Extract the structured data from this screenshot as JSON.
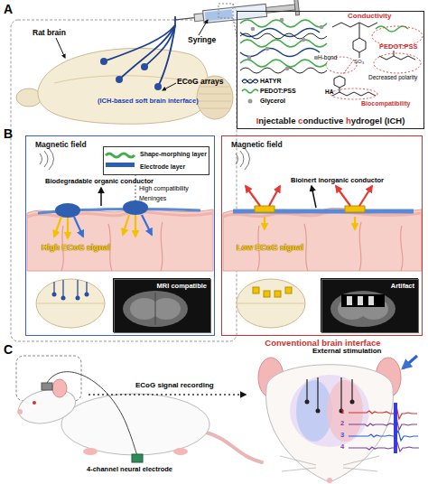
{
  "diagram": {
    "nodes": [
      {
        "text": [
          "Injectable conductive hydrogel (ICH)"
        ]
      },
      {
        "text": [
          "Magnetic field"
        ]
      },
      {
        "text": [
          "Shape-morphing layer",
          "Electrode layer"
        ],
        "in": 1
      },
      {
        "text": [
          "MRI compatible"
        ],
        "in": 1
      },
      {
        "text": [
          "Magnetic field",
          "Conventional brain interface"
        ]
      },
      {
        "text": [
          "Artifact"
        ],
        "in": 4
      }
    ],
    "labels": [
      "A",
      "Rat brain",
      "Syringe",
      "ECoG arrays",
      "(ICH-based soft brain interface)",
      "Conductivity",
      "PEDOT:PSS",
      "H-bond",
      "Decreased polarity",
      "Biocompatibility",
      "HA",
      "B",
      "Biodegradable organic conductor",
      "High compatibility",
      "Meninges",
      "High ECoG signal",
      "Bioinert inorganic conductor",
      "Low ECoG signal",
      "C",
      "ECoG signal recording",
      "External stimulation",
      "4-channel neural electrode",
      "1",
      "2",
      "3",
      "4"
    ],
    "legend": [
      {
        "text": "HATYR"
      },
      {
        "text": "PEDOT:PSS"
      },
      {
        "text": "Glycerol"
      }
    ]
  }
}
